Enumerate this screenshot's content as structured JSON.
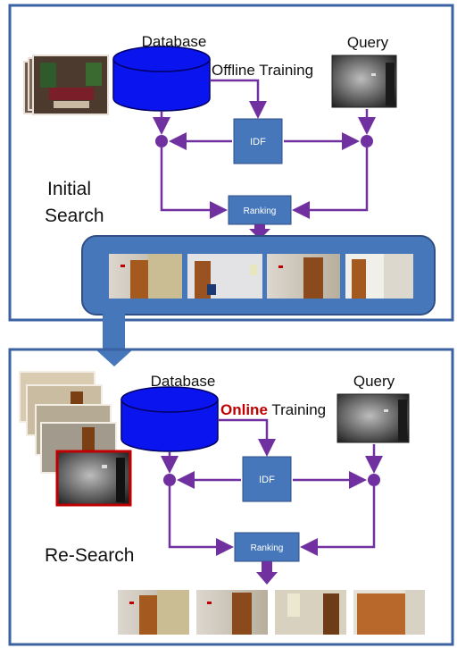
{
  "top_panel": {
    "database_label": "Database",
    "query_label": "Query",
    "training_label": "Offline Training",
    "idf_label": "IDF",
    "ranking_label": "Ranking",
    "stage_label_line1": "Initial",
    "stage_label_line2": "Search"
  },
  "bottom_panel": {
    "database_label": "Database",
    "query_label": "Query",
    "training_highlight": "Online",
    "training_rest": " Training",
    "idf_label": "IDF",
    "ranking_label": "Ranking",
    "stage_label": "Re-Search"
  },
  "colors": {
    "border": "#3b62a3",
    "database": "#0a14ee",
    "box": "#4677ba",
    "arrow": "#7030a0",
    "highlight": "#c00000"
  }
}
